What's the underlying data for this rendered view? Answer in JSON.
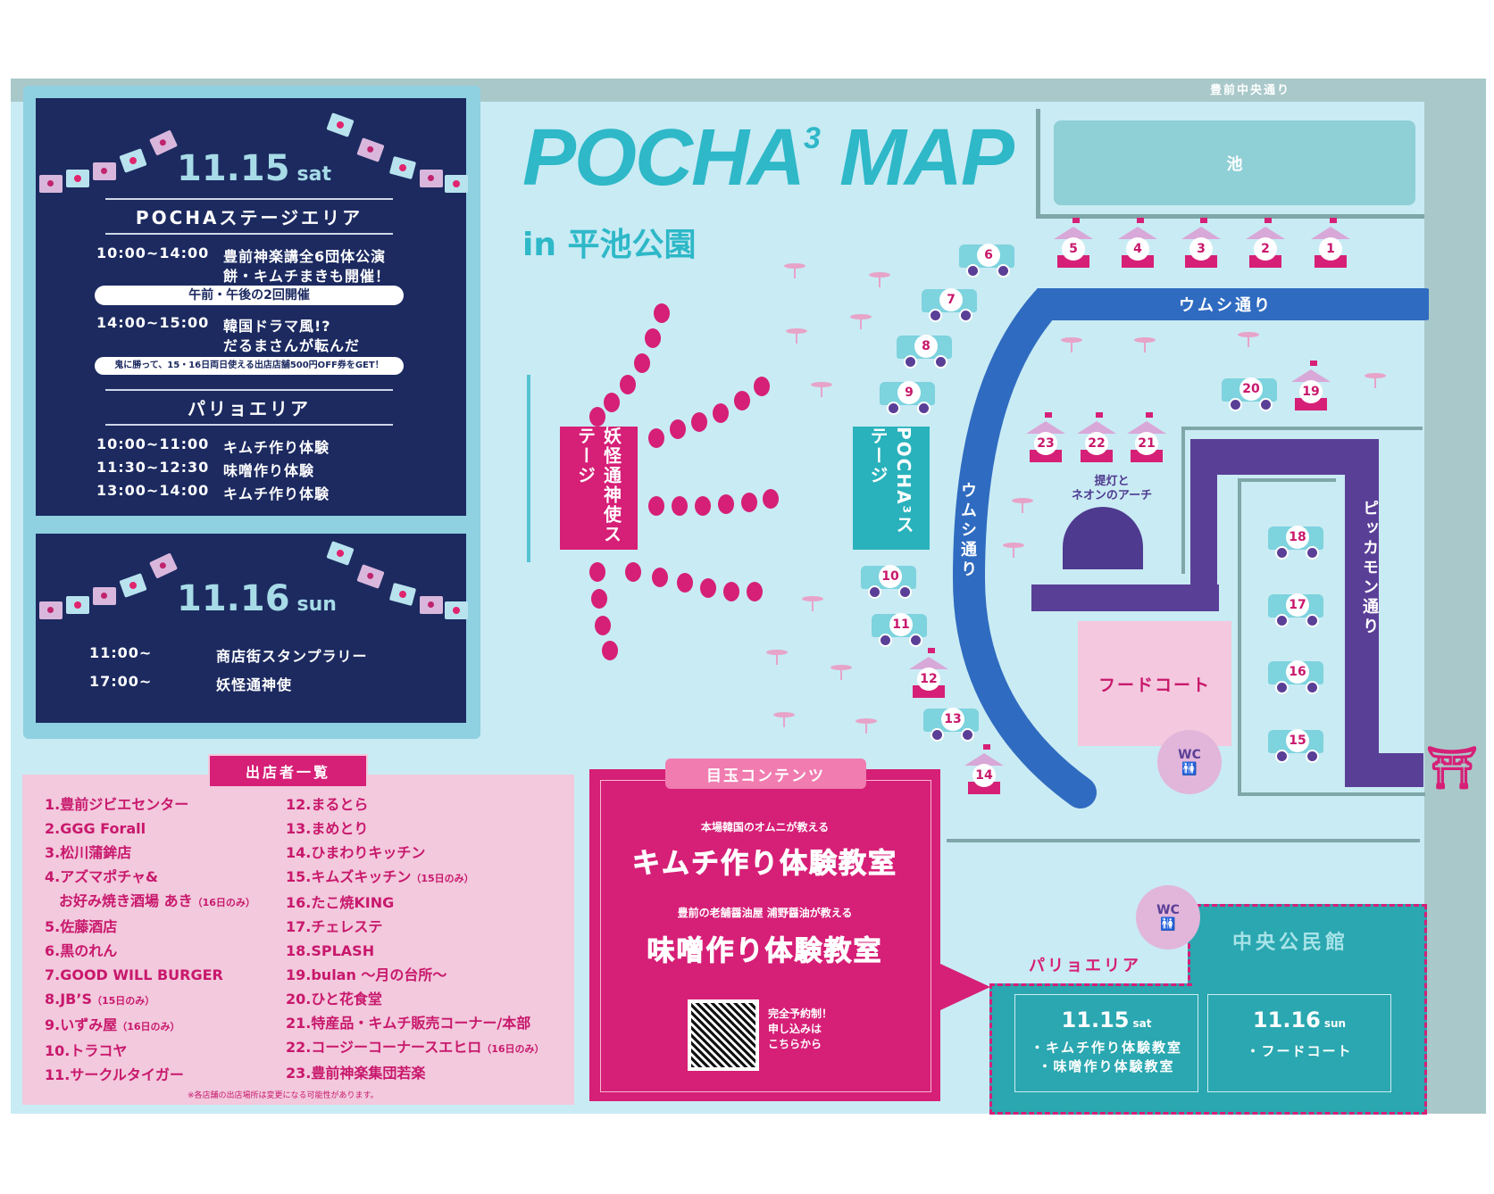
{
  "map": {
    "title": "POCHA",
    "title_sup": "3",
    "title_suffix": " MAP",
    "subtitle": "in 平池公園",
    "road_top": "豊前中央通り",
    "pond": "池",
    "umushi_street": "ウムシ通り",
    "pikkamon_street": "ピッカモン通り",
    "yokai_stage": "妖怪通神使ステージ",
    "pocha_stage": "POCHA³ステージ",
    "food_court": "フードコート",
    "arch_label_1": "提灯と",
    "arch_label_2": "ネオンのアーチ",
    "wc": "WC",
    "stalls": [
      "1",
      "2",
      "3",
      "4",
      "5",
      "12",
      "14",
      "19",
      "21",
      "22",
      "23"
    ],
    "trucks": [
      "6",
      "7",
      "8",
      "9",
      "10",
      "11",
      "13",
      "15",
      "16",
      "17",
      "18",
      "20"
    ],
    "colors": {
      "accent_pink": "#d61f77",
      "teal": "#2eb8c8",
      "navy": "#1c2a60",
      "road_blue": "#2f6bc0",
      "purple": "#5a3f97"
    }
  },
  "schedule": {
    "day1": {
      "date": "11.15",
      "weekday": "sat",
      "pocha_area": {
        "title": "POCHAステージエリア",
        "items": [
          {
            "time": "10:00~14:00",
            "line1": "豊前神楽講全6団体公演",
            "line2": "餅・キムチまきも開催！"
          },
          {
            "time": "14:00~15:00",
            "line1": "韓国ドラマ風!?",
            "line2": "だるまさんが転んだ"
          }
        ],
        "pill1": "午前・午後の2回開催",
        "pill2": "鬼に勝って、15・16日両日使える出店店舗500円OFF券をGET！"
      },
      "paryo_area": {
        "title": "パリョエリア",
        "items": [
          {
            "time": "10:00~11:00",
            "text": "キムチ作り体験"
          },
          {
            "time": "11:30~12:30",
            "text": "味噌作り体験"
          },
          {
            "time": "13:00~14:00",
            "text": "キムチ作り体験"
          }
        ]
      }
    },
    "day2": {
      "date": "11.16",
      "weekday": "sun",
      "items": [
        {
          "time": "11:00~",
          "text": "商店街スタンプラリー"
        },
        {
          "time": "17:00~",
          "text": "妖怪通神使"
        }
      ]
    }
  },
  "vendors": {
    "title": "出店者一覧",
    "col1": [
      {
        "label": "1.豊前ジビエセンター",
        "note": ""
      },
      {
        "label": "2.GGG Forall",
        "note": ""
      },
      {
        "label": "3.松川蒲鉾店",
        "note": ""
      },
      {
        "label": "4.アズマポチャ&",
        "note": ""
      },
      {
        "label": "　お好み焼き酒場 あき",
        "note": "（16日のみ）"
      },
      {
        "label": "5.佐藤酒店",
        "note": ""
      },
      {
        "label": "6.黒のれん",
        "note": ""
      },
      {
        "label": "7.GOOD WILL BURGER",
        "note": ""
      },
      {
        "label": "8.JB’S",
        "note": "（15日のみ）"
      },
      {
        "label": "9.いずみ屋",
        "note": "（16日のみ）"
      },
      {
        "label": "10.トラコヤ",
        "note": ""
      },
      {
        "label": "11.サークルタイガー",
        "note": ""
      }
    ],
    "col2": [
      {
        "label": "12.まるとら",
        "note": ""
      },
      {
        "label": "13.まめとり",
        "note": ""
      },
      {
        "label": "14.ひまわりキッチン",
        "note": ""
      },
      {
        "label": "15.キムズキッチン",
        "note": "（15日のみ）"
      },
      {
        "label": "16.たこ焼KING",
        "note": ""
      },
      {
        "label": "17.チェレステ",
        "note": ""
      },
      {
        "label": "18.SPLASH",
        "note": ""
      },
      {
        "label": "19.bulan ～月の台所～",
        "note": ""
      },
      {
        "label": "20.ひと花食堂",
        "note": ""
      },
      {
        "label": "21.特産品・キムチ販売コーナー/本部",
        "note": ""
      },
      {
        "label": "22.コージーコーナースエヒロ",
        "note": "（16日のみ）"
      },
      {
        "label": "23.豊前神楽集団若楽",
        "note": ""
      }
    ],
    "note": "※各店舗の出店場所は変更になる可能性があります。"
  },
  "feature": {
    "title": "目玉コンテンツ",
    "sub1": "本場韓国のオムニが教える",
    "main1": "キムチ作り体験教室",
    "sub2": "豊前の老舗醤油屋 浦野醤油が教える",
    "main2": "味噌作り体験教室",
    "qr_note_1": "完全予約制！",
    "qr_note_2": "申し込みは",
    "qr_note_3": "こちらから"
  },
  "center": {
    "name": "中央公民館",
    "paryo_label": "パリョエリア",
    "day1": {
      "date": "11.15",
      "weekday": "sat",
      "items": [
        "・キムチ作り体験教室",
        "・味噌作り体験教室"
      ]
    },
    "day2": {
      "date": "11.16",
      "weekday": "sun",
      "items": [
        "・フードコート"
      ]
    },
    "wc": "WC"
  }
}
